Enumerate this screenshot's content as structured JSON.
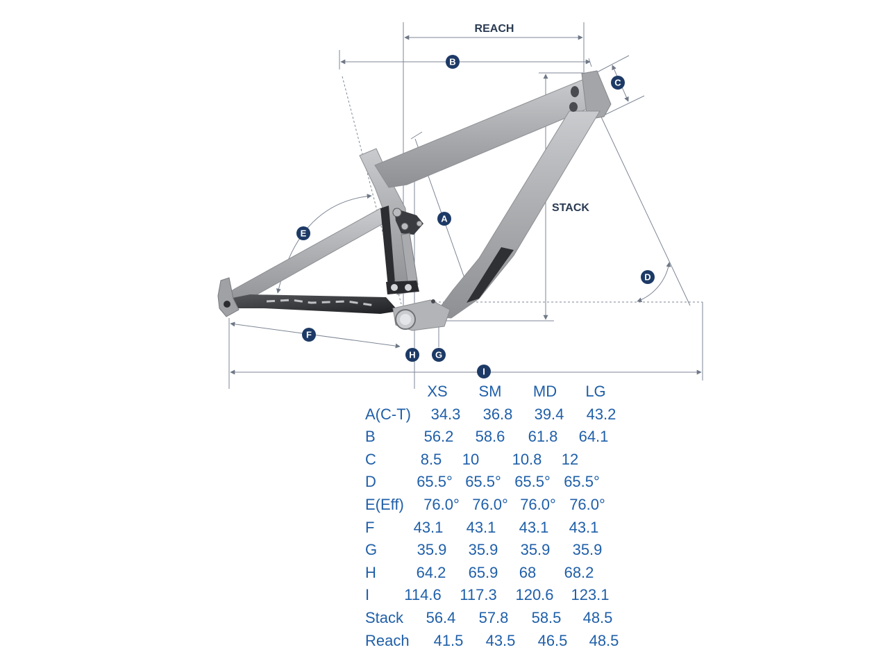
{
  "diagram": {
    "labels": {
      "reach": "REACH",
      "stack": "STACK"
    },
    "badges": {
      "a": "A",
      "b": "B",
      "c": "C",
      "d": "D",
      "e": "E",
      "f": "F",
      "g": "G",
      "h": "H",
      "i": "I"
    },
    "colors": {
      "badge": "#1d3a66",
      "frame": "#a9abae",
      "frame_shadow": "#3a3c40",
      "dimension_line": "#7d8694"
    }
  },
  "table": {
    "headers": [
      "XS",
      "SM",
      "MD",
      "LG"
    ],
    "rows": [
      {
        "label": "A(C-T)",
        "values": [
          "34.3",
          "36.8",
          "39.4",
          "43.2"
        ]
      },
      {
        "label": "B",
        "values": [
          "56.2",
          "58.6",
          "61.8",
          "64.1"
        ]
      },
      {
        "label": "C",
        "values": [
          "8.5",
          "10",
          "10.8",
          "12"
        ]
      },
      {
        "label": "D",
        "values": [
          "65.5°",
          "65.5°",
          "65.5°",
          "65.5°"
        ]
      },
      {
        "label": "E(Eff)",
        "values": [
          "76.0°",
          "76.0°",
          "76.0°",
          "76.0°"
        ]
      },
      {
        "label": "F",
        "values": [
          "43.1",
          "43.1",
          "43.1",
          "43.1"
        ]
      },
      {
        "label": "G",
        "values": [
          "35.9",
          "35.9",
          "35.9",
          "35.9"
        ]
      },
      {
        "label": "H",
        "values": [
          "64.2",
          "65.9",
          "68",
          "68.2"
        ]
      },
      {
        "label": "I",
        "values": [
          "114.6",
          "117.3",
          "120.6",
          "123.1"
        ]
      },
      {
        "label": "Stack",
        "values": [
          "56.4",
          "57.8",
          "58.5",
          "48.5"
        ]
      },
      {
        "label": "Reach",
        "values": [
          "41.5",
          "43.5",
          "46.5",
          "48.5"
        ]
      }
    ]
  }
}
